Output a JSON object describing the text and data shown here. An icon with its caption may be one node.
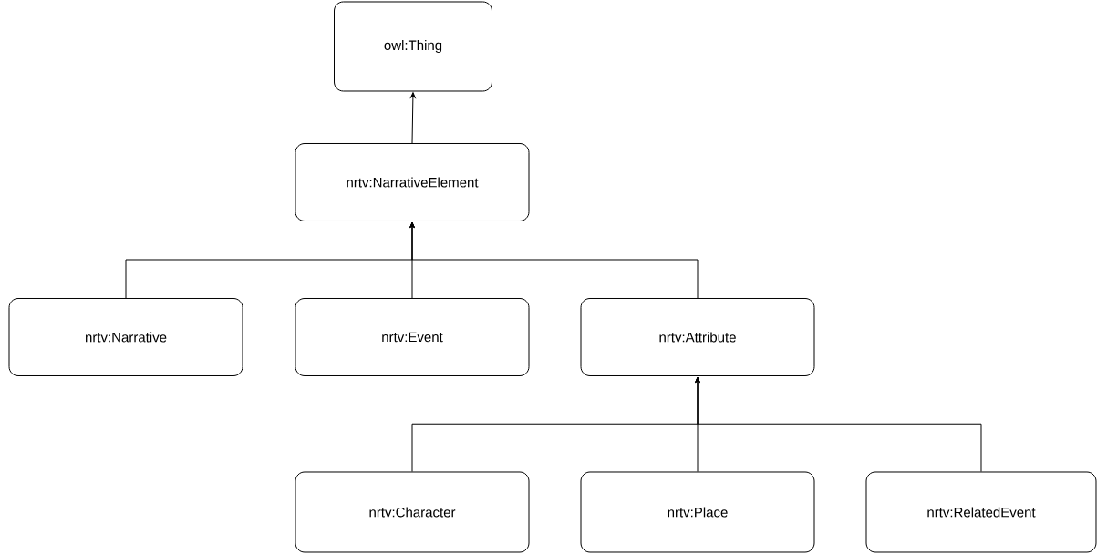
{
  "diagram": {
    "nodes": [
      {
        "text": [
          "owl:Thing"
        ]
      },
      {
        "text": [
          "nrtv:NarrativeElement"
        ]
      },
      {
        "text": [
          "nrtv:Narrative"
        ]
      },
      {
        "text": [
          "nrtv:Event"
        ]
      },
      {
        "text": [
          "nrtv:Attribute"
        ]
      },
      {
        "text": [
          "nrtv:Character"
        ]
      },
      {
        "text": [
          "nrtv:Place"
        ]
      },
      {
        "text": [
          "nrtv:RelatedEvent"
        ]
      }
    ],
    "edges": [
      {
        "from": 1,
        "to": 0,
        "arrow": "to"
      },
      {
        "from": 2,
        "to": 1,
        "arrow": "to"
      },
      {
        "from": 3,
        "to": 1,
        "arrow": "to"
      },
      {
        "from": 4,
        "to": 1,
        "arrow": "to"
      },
      {
        "from": 5,
        "to": 4,
        "arrow": "to"
      },
      {
        "from": 6,
        "to": 4,
        "arrow": "to"
      },
      {
        "from": 7,
        "to": 4,
        "arrow": "to"
      }
    ]
  }
}
